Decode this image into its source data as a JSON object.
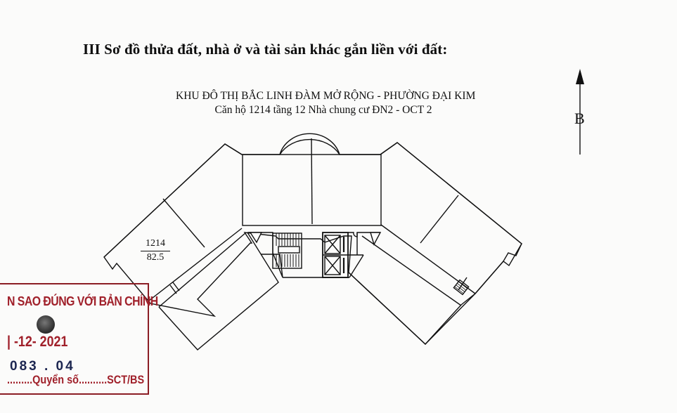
{
  "document": {
    "section_title": "III Sơ đồ thửa đất, nhà ở và tài sản khác gắn liền với đất:",
    "plan_title_line1": "KHU ĐÔ THỊ BẮC LINH ĐÀM MỞ RỘNG - PHƯỜNG ĐẠI KIM",
    "plan_title_line2": "Căn hộ 1214 tầng 12 Nhà chung cư ĐN2 - OCT 2",
    "north_arrow_label": "B"
  },
  "floor_plan": {
    "highlighted_unit": {
      "number": "1214",
      "area": "82.5"
    },
    "line_color": "#111111"
  },
  "stamp": {
    "header": "N SAO ĐÚNG VỚI BẢN CHÍNH",
    "date": "| -12-  2021",
    "registry_number": "083 . 04",
    "book_line": ".........Quyển số..........SCT/BS",
    "color": "#a0202a"
  }
}
